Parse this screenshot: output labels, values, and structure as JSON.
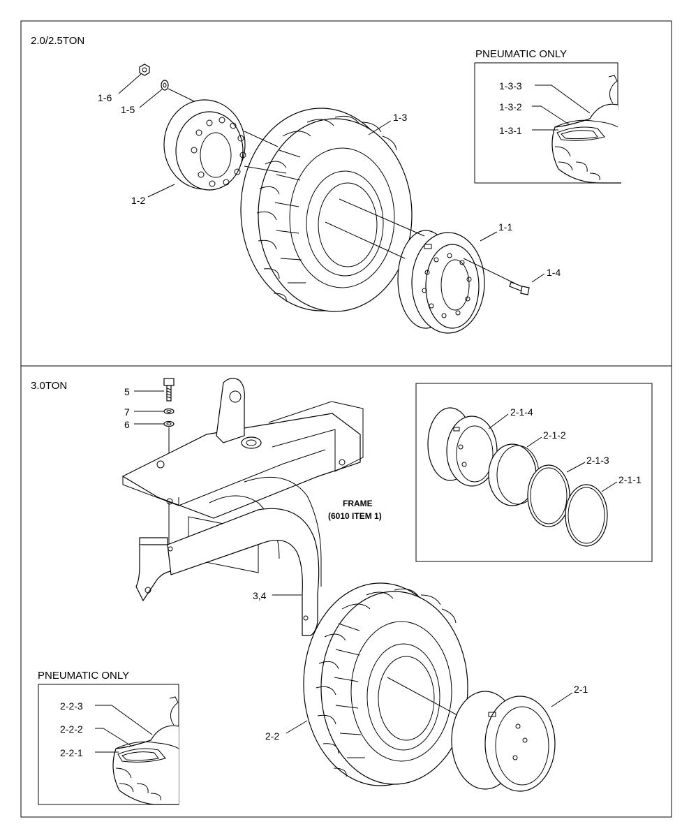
{
  "sections": {
    "top": {
      "title": "2.0/2.5TON"
    },
    "bottom": {
      "title": "3.0TON"
    }
  },
  "insets": {
    "pneumatic_top": {
      "title": "PNEUMATIC ONLY"
    },
    "pneumatic_bottom": {
      "title": "PNEUMATIC ONLY"
    }
  },
  "callouts": {
    "c_1_1": "1-1",
    "c_1_2": "1-2",
    "c_1_3": "1-3",
    "c_1_4": "1-4",
    "c_1_5": "1-5",
    "c_1_6": "1-6",
    "c_1_3_1": "1-3-1",
    "c_1_3_2": "1-3-2",
    "c_1_3_3": "1-3-3",
    "c_5": "5",
    "c_6": "6",
    "c_7": "7",
    "c_3_4": "3,4",
    "c_2_1": "2-1",
    "c_2_2": "2-2",
    "c_2_1_1": "2-1-1",
    "c_2_1_2": "2-1-2",
    "c_2_1_3": "2-1-3",
    "c_2_1_4": "2-1-4",
    "c_2_2_1": "2-2-1",
    "c_2_2_2": "2-2-2",
    "c_2_2_3": "2-2-3"
  },
  "frame_note": {
    "line1": "FRAME",
    "line2": "(6010 ITEM 1)"
  }
}
